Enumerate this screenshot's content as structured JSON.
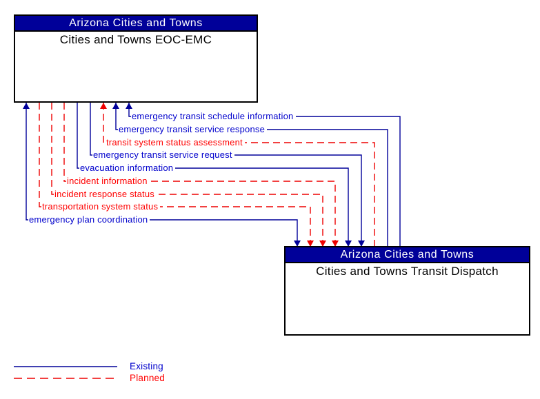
{
  "boxes": [
    {
      "header": "Arizona Cities and Towns",
      "title": "Cities and Towns EOC-EMC"
    },
    {
      "header": "Arizona Cities and Towns",
      "title": "Cities and Towns Transit Dispatch"
    }
  ],
  "flows": [
    {
      "label": "emergency transit schedule information",
      "status": "existing",
      "direction": "to-eoc"
    },
    {
      "label": "emergency transit service response",
      "status": "existing",
      "direction": "to-eoc"
    },
    {
      "label": "transit system status assessment",
      "status": "planned",
      "direction": "to-eoc"
    },
    {
      "label": "emergency transit service request",
      "status": "existing",
      "direction": "to-dispatch"
    },
    {
      "label": "evacuation information",
      "status": "existing",
      "direction": "to-dispatch"
    },
    {
      "label": "incident information",
      "status": "planned",
      "direction": "to-dispatch"
    },
    {
      "label": "incident response status",
      "status": "planned",
      "direction": "to-dispatch"
    },
    {
      "label": "transportation system status",
      "status": "planned",
      "direction": "to-dispatch"
    },
    {
      "label": "emergency plan coordination",
      "status": "existing",
      "direction": "both"
    }
  ],
  "legend": [
    {
      "label": "Existing",
      "status": "existing",
      "style": "solid"
    },
    {
      "label": "Planned",
      "status": "planned",
      "style": "dashed"
    }
  ],
  "colors": {
    "header_bg": "#000099",
    "header_text": "#FFFFFF",
    "box_border": "#000000",
    "existing_line": "#000099",
    "existing_text": "#0000CC",
    "planned_line": "#EE0000",
    "planned_text": "#FF0000"
  }
}
